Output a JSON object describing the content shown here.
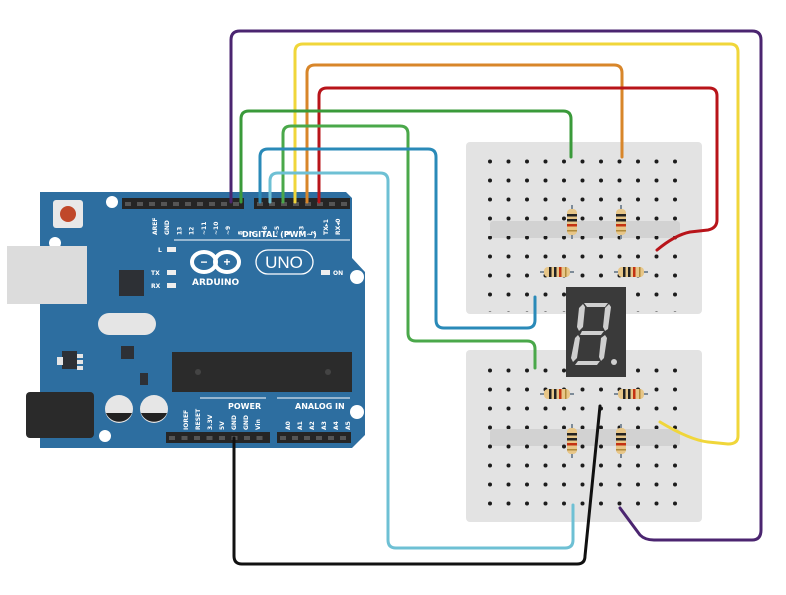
{
  "board": {
    "brand": "ARDUINO",
    "model": "UNO",
    "digital_header_label": "DIGITAL (PWM~)",
    "power_header_label": "POWER",
    "analog_header_label": "ANALOG IN",
    "led_labels": [
      "L",
      "TX",
      "RX"
    ],
    "on_label": "ON",
    "digital_pins": [
      "AREF",
      "GND",
      "13",
      "12",
      "~11",
      "~10",
      "~9",
      "8",
      "7",
      "~6",
      "~5",
      "4",
      "~3",
      "2",
      "TX▸1",
      "RX◂0"
    ],
    "power_pins": [
      "IOREF",
      "RESET",
      "3.3V",
      "5V",
      "GND",
      "GND",
      "Vin"
    ],
    "analog_pins": [
      "A0",
      "A1",
      "A2",
      "A3",
      "A4",
      "A5"
    ],
    "color": "#2d6ea0"
  },
  "display": {
    "type": "7-segment",
    "shown_digit": "8.",
    "color": "#3a3a3a"
  },
  "wires": [
    {
      "name": "purple",
      "from": "~9",
      "color": "#4b2570"
    },
    {
      "name": "green-outer",
      "from": "8",
      "color": "#3a9a3a"
    },
    {
      "name": "blue",
      "from": "7",
      "color": "#2a8ab8"
    },
    {
      "name": "light-blue",
      "from": "~6",
      "color": "#6ec0d4"
    },
    {
      "name": "green-inner",
      "from": "~5",
      "color": "#4aa84a"
    },
    {
      "name": "yellow",
      "from": "4",
      "color": "#f0d63a"
    },
    {
      "name": "orange",
      "from": "~3",
      "color": "#d8862a"
    },
    {
      "name": "red",
      "from": "2",
      "color": "#b8141a"
    },
    {
      "name": "black",
      "from": "GND",
      "color": "#111111"
    }
  ],
  "breadboards": [
    "top-breadboard",
    "bottom-breadboard"
  ],
  "resistor_count": 8
}
